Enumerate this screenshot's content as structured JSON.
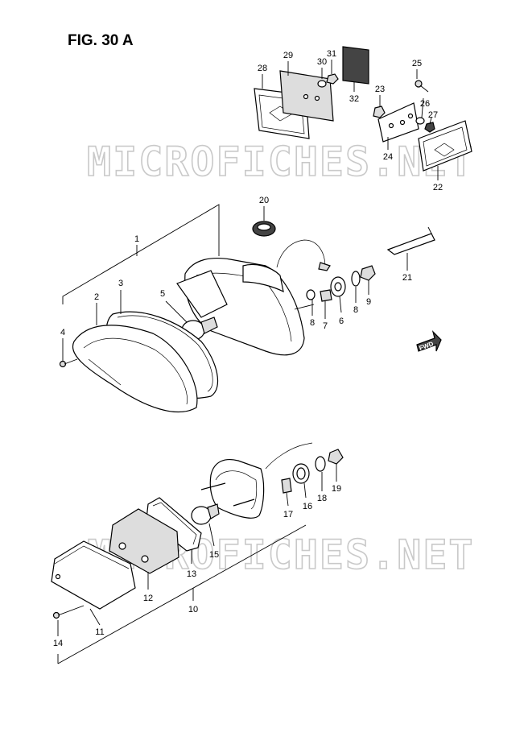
{
  "figure": {
    "title": "FIG. 30 A"
  },
  "watermark": {
    "text": "MICROFICHES.NET"
  },
  "direction_marker": {
    "text": "FWD"
  },
  "callouts": [
    {
      "id": "c1",
      "label": "1"
    },
    {
      "id": "c2",
      "label": "2"
    },
    {
      "id": "c3",
      "label": "3"
    },
    {
      "id": "c4",
      "label": "4"
    },
    {
      "id": "c5",
      "label": "5"
    },
    {
      "id": "c6",
      "label": "6"
    },
    {
      "id": "c7",
      "label": "7"
    },
    {
      "id": "c8a",
      "label": "8"
    },
    {
      "id": "c8b",
      "label": "8"
    },
    {
      "id": "c9",
      "label": "9"
    },
    {
      "id": "c10",
      "label": "10"
    },
    {
      "id": "c11",
      "label": "11"
    },
    {
      "id": "c12",
      "label": "12"
    },
    {
      "id": "c13",
      "label": "13"
    },
    {
      "id": "c14",
      "label": "14"
    },
    {
      "id": "c15",
      "label": "15"
    },
    {
      "id": "c16",
      "label": "16"
    },
    {
      "id": "c17",
      "label": "17"
    },
    {
      "id": "c18",
      "label": "18"
    },
    {
      "id": "c19",
      "label": "19"
    },
    {
      "id": "c20",
      "label": "20"
    },
    {
      "id": "c21",
      "label": "21"
    },
    {
      "id": "c22",
      "label": "22"
    },
    {
      "id": "c23",
      "label": "23"
    },
    {
      "id": "c24",
      "label": "24"
    },
    {
      "id": "c25",
      "label": "25"
    },
    {
      "id": "c26",
      "label": "26"
    },
    {
      "id": "c27",
      "label": "27"
    },
    {
      "id": "c28",
      "label": "28"
    },
    {
      "id": "c29",
      "label": "29"
    },
    {
      "id": "c30",
      "label": "30"
    },
    {
      "id": "c31",
      "label": "31"
    },
    {
      "id": "c32",
      "label": "32"
    }
  ]
}
